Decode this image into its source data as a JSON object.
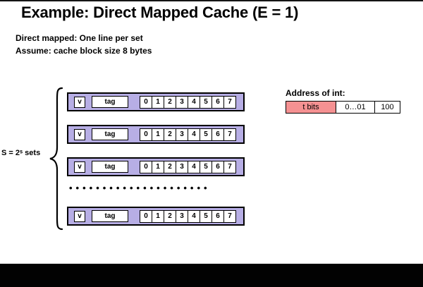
{
  "slide": {
    "title": "Example: Direct Mapped Cache (E = 1)",
    "subtitle_line1": "Direct mapped: One line per set",
    "subtitle_line2": "Assume: cache block size 8 bytes"
  },
  "cache_diagram": {
    "sets_label": "S = 2ˢ sets",
    "ellipsis": "•••••••••••••••••••••",
    "row_fill_color": "#b7aee5",
    "rows": [
      {
        "valid": "v",
        "tag": "tag",
        "cells": [
          "0",
          "1",
          "2",
          "3",
          "4",
          "5",
          "6",
          "7"
        ]
      },
      {
        "valid": "v",
        "tag": "tag",
        "cells": [
          "0",
          "1",
          "2",
          "3",
          "4",
          "5",
          "6",
          "7"
        ]
      },
      {
        "valid": "v",
        "tag": "tag",
        "cells": [
          "0",
          "1",
          "2",
          "3",
          "4",
          "5",
          "6",
          "7"
        ]
      },
      {
        "valid": "v",
        "tag": "tag",
        "cells": [
          "0",
          "1",
          "2",
          "3",
          "4",
          "5",
          "6",
          "7"
        ]
      }
    ]
  },
  "address": {
    "label": "Address of int:",
    "t_bits": "t bits",
    "set_bits": "0…01",
    "offset_bits": "100",
    "t_bits_color": "#f59192"
  }
}
